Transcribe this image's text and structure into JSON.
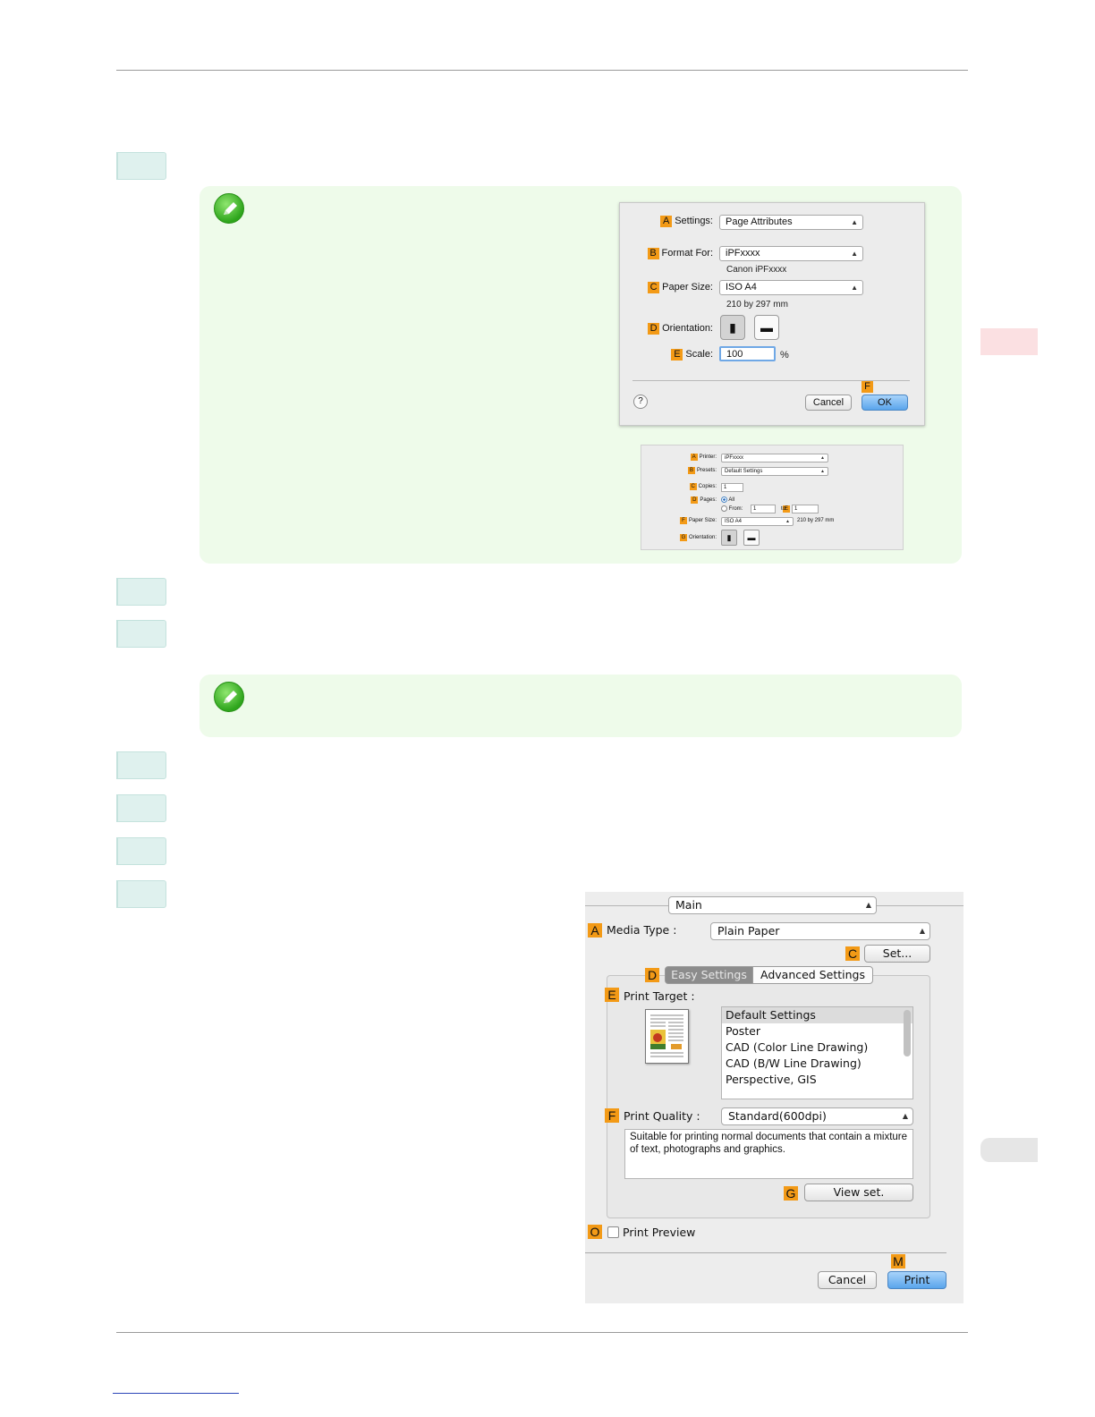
{
  "dialog_page_setup": {
    "settings_label": "Settings:",
    "settings_value": "Page Attributes",
    "format_label": "Format For:",
    "format_value": "iPFxxxx",
    "format_sub": "Canon iPFxxxx",
    "paper_label": "Paper Size:",
    "paper_value": "ISO A4",
    "paper_sub": "210 by 297 mm",
    "orientation_label": "Orientation:",
    "scale_label": "Scale:",
    "scale_value": "100",
    "scale_unit": "%",
    "help": "?",
    "cancel": "Cancel",
    "ok": "OK",
    "letters": [
      "A",
      "B",
      "C",
      "D",
      "E",
      "F"
    ]
  },
  "dialog_print_small": {
    "printer_label": "Printer:",
    "printer_value": "iPFxxxx",
    "presets_label": "Presets:",
    "presets_value": "Default Settings",
    "copies_label": "Copies:",
    "copies_value": "1",
    "pages_label": "Pages:",
    "pages_all": "All",
    "from_label": "From:",
    "from_value": "1",
    "to_label": "to:",
    "to_value": "1",
    "paper_label": "Paper Size:",
    "paper_value": "ISO A4",
    "paper_sub": "210 by 297 mm",
    "orientation_label": "Orientation:",
    "letters": [
      "A",
      "B",
      "C",
      "D",
      "E",
      "F",
      "G"
    ]
  },
  "dialog_main": {
    "panel_value": "Main",
    "media_label": "Media Type :",
    "media_value": "Plain Paper",
    "set_button": "Set...",
    "tab_easy": "Easy Settings",
    "tab_advanced": "Advanced Settings",
    "target_label": "Print Target :",
    "targets": [
      "Default Settings",
      "Poster",
      "CAD (Color Line Drawing)",
      "CAD (B/W Line Drawing)",
      "Perspective, GIS"
    ],
    "quality_label": "Print Quality :",
    "quality_value": "Standard(600dpi)",
    "description": "Suitable for printing normal documents that contain a mixture of text, photographs and graphics.",
    "view_button": "View set.",
    "preview_label": "Print Preview",
    "cancel": "Cancel",
    "print": "Print",
    "letters": [
      "A",
      "C",
      "D",
      "E",
      "F",
      "G",
      "O",
      "M"
    ]
  }
}
